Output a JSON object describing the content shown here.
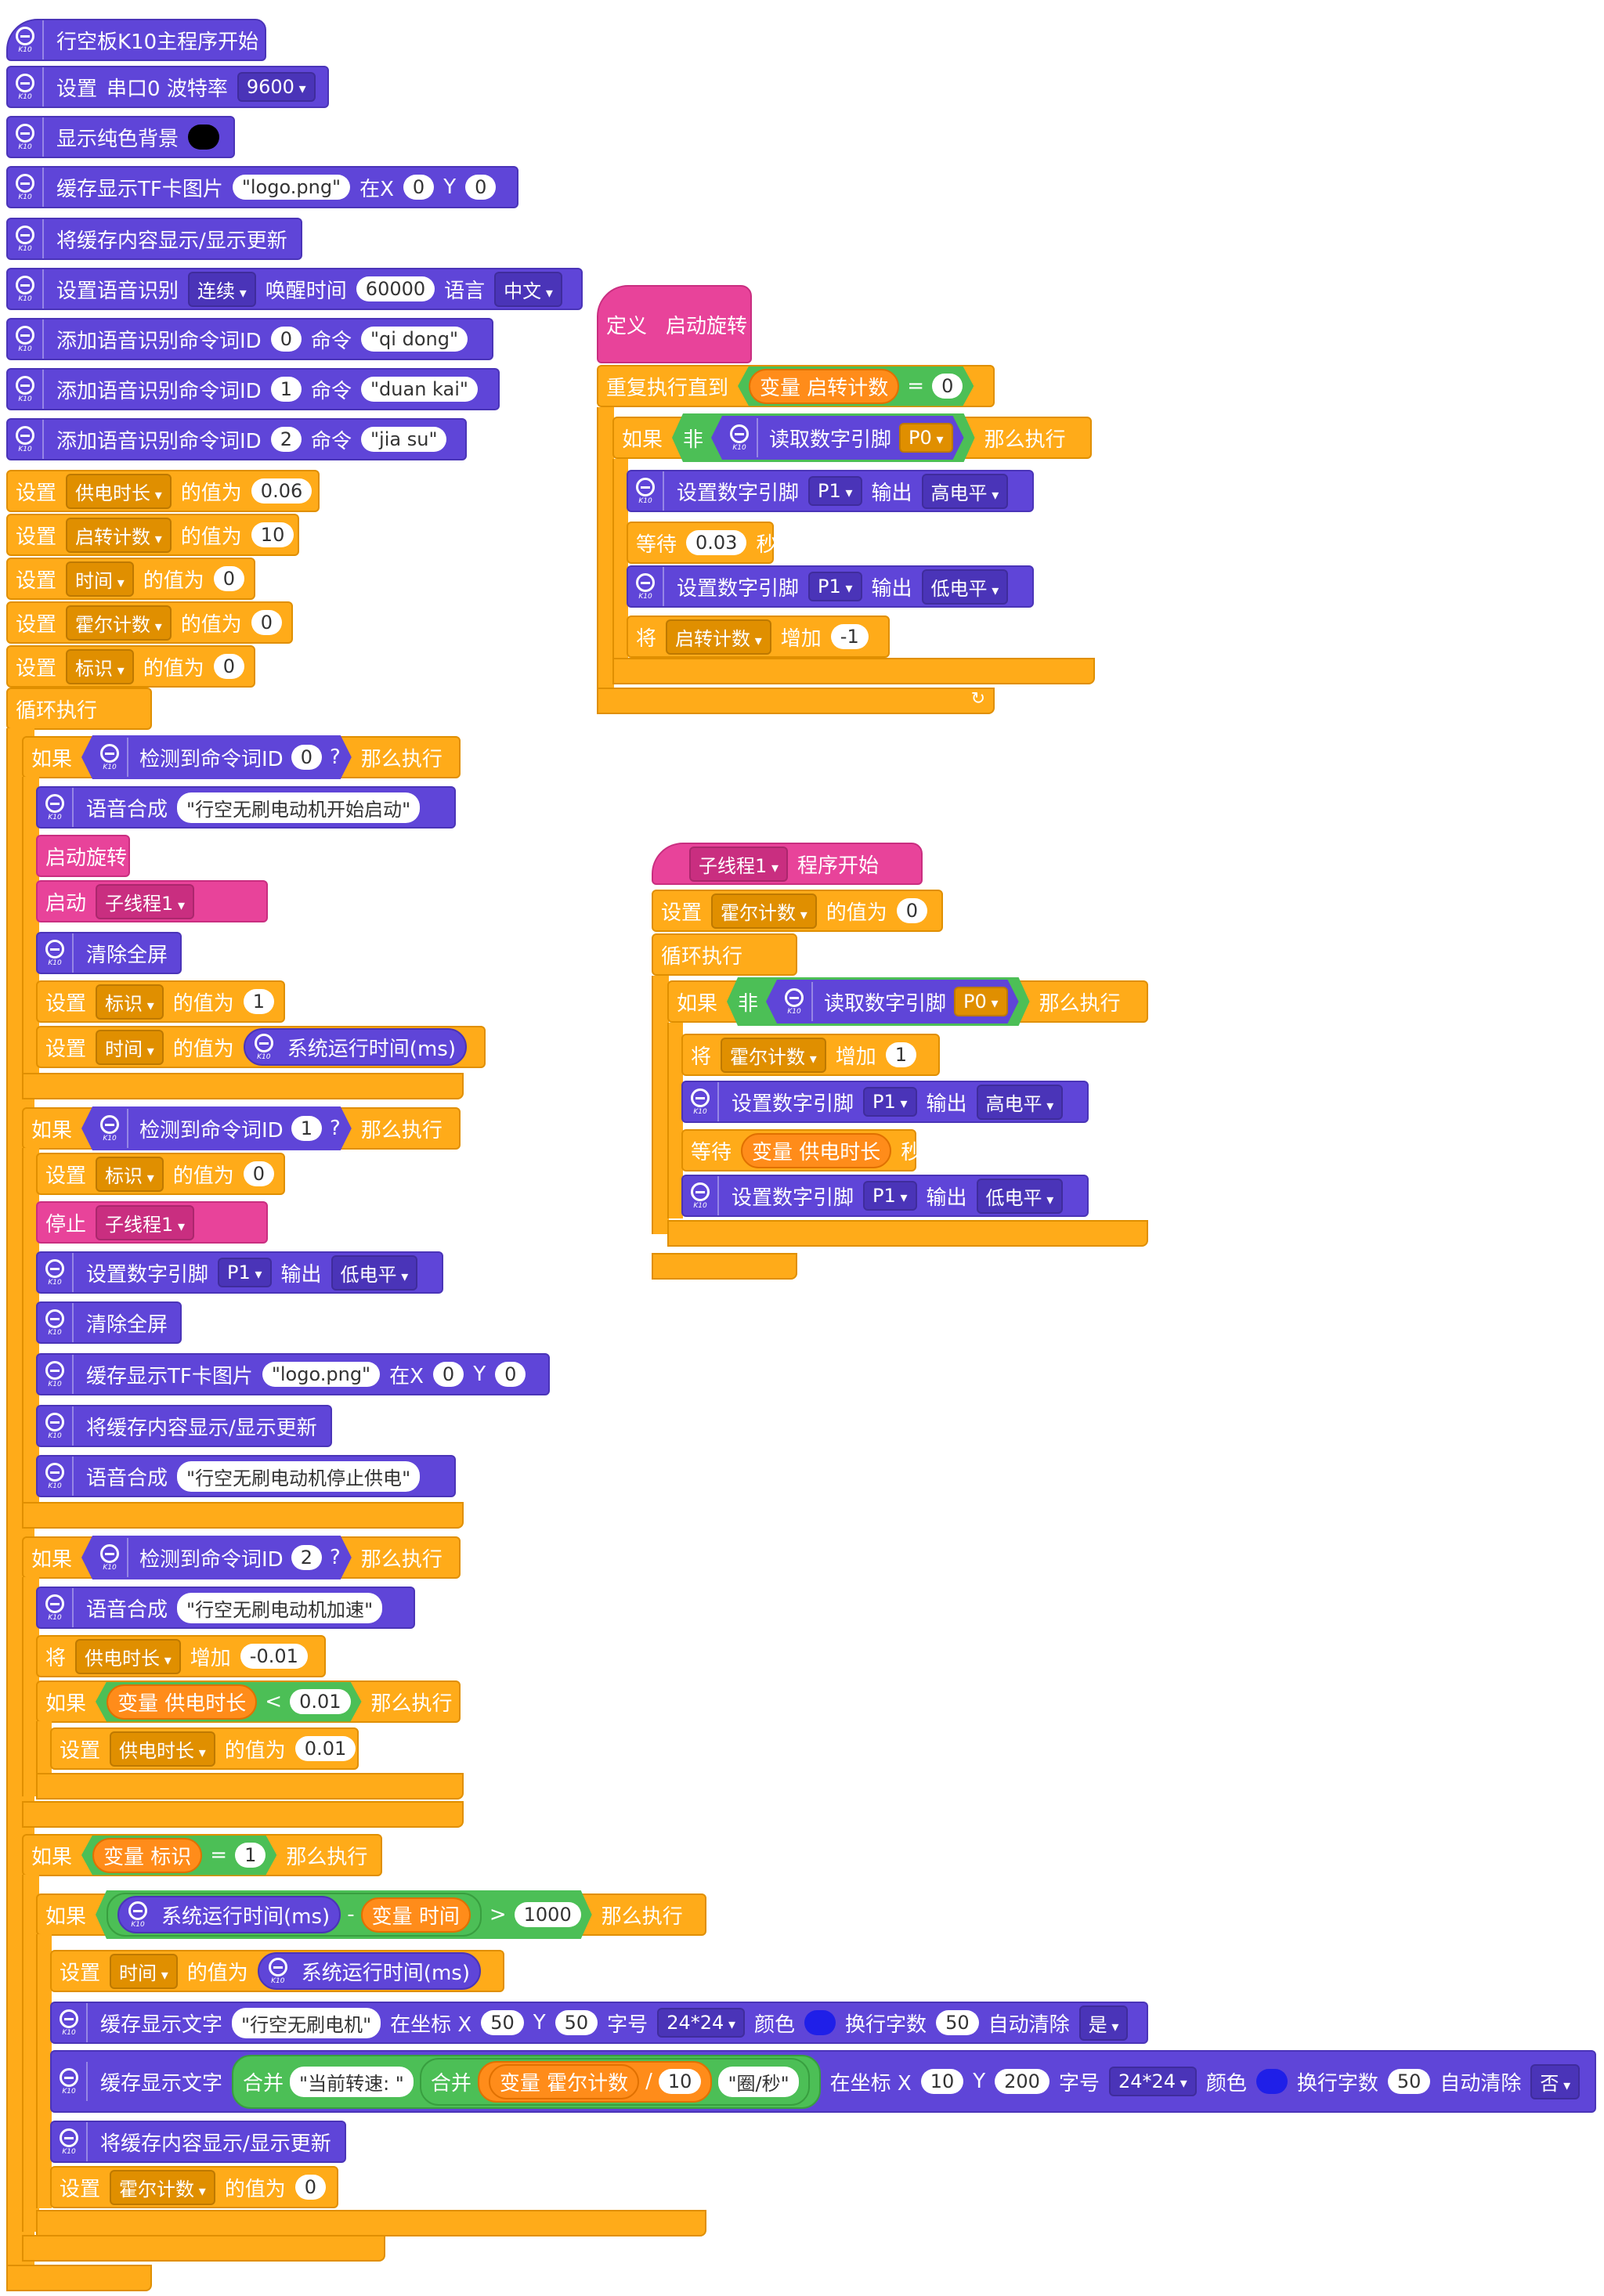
{
  "main": {
    "hat": "行空板K10主程序开始",
    "serial": {
      "set": "设置",
      "label": "串口0 波特率",
      "baud": "9600"
    },
    "bg": {
      "label": "显示纯色背景",
      "color": "#000000"
    },
    "cache_img": {
      "label": "缓存显示TF卡图片",
      "file": "logo.png",
      "x_label": "在X",
      "x": "0",
      "y_label": "Y",
      "y": "0"
    },
    "refresh": "将缓存内容显示/显示更新",
    "asr": {
      "label": "设置语音识别",
      "mode": "连续",
      "wake_label": "唤醒时间",
      "wake": "60000",
      "lang_label": "语言",
      "lang": "中文"
    },
    "cmds": [
      {
        "label": "添加语音识别命令词ID",
        "id": "0",
        "cmd_label": "命令",
        "cmd": "qi dong"
      },
      {
        "label": "添加语音识别命令词ID",
        "id": "1",
        "cmd_label": "命令",
        "cmd": "duan kai"
      },
      {
        "label": "添加语音识别命令词ID",
        "id": "2",
        "cmd_label": "命令",
        "cmd": "jia su"
      }
    ],
    "vars": [
      {
        "set": "设置",
        "name": "供电时长",
        "of": "的值为",
        "val": "0.06"
      },
      {
        "set": "设置",
        "name": "启转计数",
        "of": "的值为",
        "val": "10"
      },
      {
        "set": "设置",
        "name": "时间",
        "of": "的值为",
        "val": "0"
      },
      {
        "set": "设置",
        "name": "霍尔计数",
        "of": "的值为",
        "val": "0"
      },
      {
        "set": "设置",
        "name": "标识",
        "of": "的值为",
        "val": "0"
      }
    ],
    "loop": "循环执行",
    "if0": {
      "if": "如果",
      "detect": "检测到命令词ID",
      "id": "0",
      "q": "?",
      "then": "那么执行"
    },
    "tts0": {
      "label": "语音合成",
      "text": "行空无刷电动机开始启动"
    },
    "call": "启动旋转",
    "start": {
      "label": "启动",
      "thread": "子线程1"
    },
    "clear": "清除全屏",
    "set_flag1": {
      "set": "设置",
      "name": "标识",
      "of": "的值为",
      "val": "1"
    },
    "set_time": {
      "set": "设置",
      "name": "时间",
      "of": "的值为",
      "sys": "系统运行时间(ms)"
    },
    "if1": {
      "if": "如果",
      "detect": "检测到命令词ID",
      "id": "1",
      "q": "?",
      "then": "那么执行"
    },
    "set_flag0": {
      "set": "设置",
      "name": "标识",
      "of": "的值为",
      "val": "0"
    },
    "stop": {
      "label": "停止",
      "thread": "子线程1"
    },
    "pin_low": {
      "label": "设置数字引脚",
      "pin": "P1",
      "out": "输出",
      "level": "低电平"
    },
    "tts1": {
      "label": "语音合成",
      "text": "行空无刷电动机停止供电"
    },
    "if2": {
      "if": "如果",
      "detect": "检测到命令词ID",
      "id": "2",
      "q": "?",
      "then": "那么执行"
    },
    "tts2": {
      "label": "语音合成",
      "text": "行空无刷电动机加速"
    },
    "inc": {
      "the": "将",
      "name": "供电时长",
      "add": "增加",
      "val": "-0.01"
    },
    "if_lt": {
      "if": "如果",
      "var": "变量 供电时长",
      "op": "<",
      "val": "0.01",
      "then": "那么执行"
    },
    "set_min": {
      "set": "设置",
      "name": "供电时长",
      "of": "的值为",
      "val": "0.01"
    },
    "if_flag": {
      "if": "如果",
      "var": "变量 标识",
      "op": "=",
      "val": "1",
      "then": "那么执行"
    },
    "if_time": {
      "if": "如果",
      "sys": "系统运行时间(ms)",
      "minus": "-",
      "var": "变量 时间",
      "op": ">",
      "val": "1000",
      "then": "那么执行"
    },
    "set_time2": {
      "set": "设置",
      "name": "时间",
      "of": "的值为",
      "sys": "系统运行时间(ms)"
    },
    "text1": {
      "label": "缓存显示文字",
      "text": "行空无刷电机",
      "xl": "在坐标 X",
      "x": "50",
      "yl": "Y",
      "y": "50",
      "font_l": "字号",
      "font": "24*24",
      "color_l": "颜色",
      "color": "#1f1fe8",
      "wrap_l": "换行字数",
      "wrap": "50",
      "auto_l": "自动清除",
      "auto": "是"
    },
    "text2": {
      "label": "缓存显示文字",
      "merge": "合并",
      "s1": "当前转速: ",
      "merge2": "合并",
      "var": "变量 霍尔计数",
      "div": "/",
      "d": "10",
      "s2": "圈/秒",
      "xl": "在坐标 X",
      "x": "10",
      "yl": "Y",
      "y": "200",
      "font_l": "字号",
      "font": "24*24",
      "color_l": "颜色",
      "color": "#1f1fe8",
      "wrap_l": "换行字数",
      "wrap": "50",
      "auto_l": "自动清除",
      "auto": "否"
    },
    "reset_hall": {
      "set": "设置",
      "name": "霍尔计数",
      "of": "的值为",
      "val": "0"
    }
  },
  "func": {
    "define": "定义",
    "name": "启动旋转",
    "repeat": {
      "label": "重复执行直到",
      "var": "变量 启转计数",
      "op": "=",
      "val": "0"
    },
    "if": {
      "if": "如果",
      "not": "非",
      "read": "读取数字引脚",
      "pin": "P0",
      "then": "那么执行"
    },
    "high": {
      "label": "设置数字引脚",
      "pin": "P1",
      "out": "输出",
      "level": "高电平"
    },
    "wait": {
      "label": "等待",
      "val": "0.03",
      "unit": "秒"
    },
    "low": {
      "label": "设置数字引脚",
      "pin": "P1",
      "out": "输出",
      "level": "低电平"
    },
    "inc": {
      "the": "将",
      "name": "启转计数",
      "add": "增加",
      "val": "-1"
    },
    "loop_arrow": "↻"
  },
  "thread": {
    "name": "子线程1",
    "start": "程序开始",
    "set": {
      "set": "设置",
      "name": "霍尔计数",
      "of": "的值为",
      "val": "0"
    },
    "loop": "循环执行",
    "if": {
      "if": "如果",
      "not": "非",
      "read": "读取数字引脚",
      "pin": "P0",
      "then": "那么执行"
    },
    "inc": {
      "the": "将",
      "name": "霍尔计数",
      "add": "增加",
      "val": "1"
    },
    "high": {
      "label": "设置数字引脚",
      "pin": "P1",
      "out": "输出",
      "level": "高电平"
    },
    "wait": {
      "label": "等待",
      "var": "变量 供电时长",
      "unit": "秒"
    },
    "low": {
      "label": "设置数字引脚",
      "pin": "P1",
      "out": "输出",
      "level": "低电平"
    }
  }
}
